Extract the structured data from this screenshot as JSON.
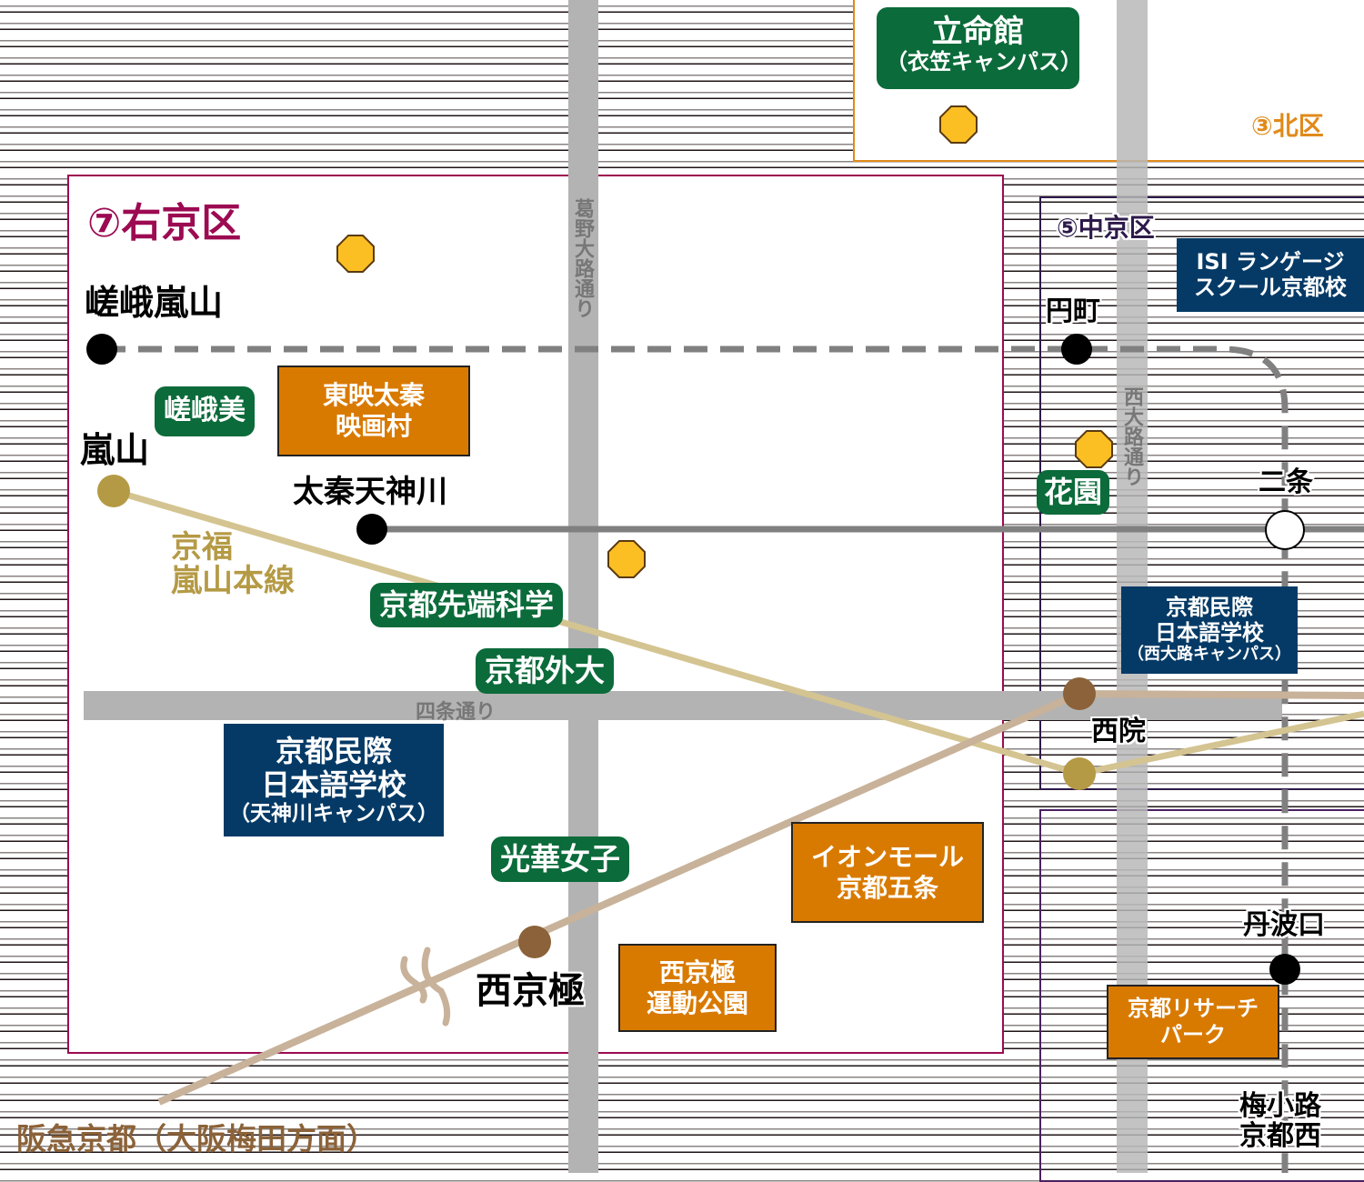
{
  "districts": {
    "ukyo": "⑦右京区",
    "kita": "③北区",
    "nakagyo": "⑤中京区"
  },
  "roads": {
    "kadono": "葛野大路通り",
    "nishioji": "西大路通り",
    "shijo": "四条通り"
  },
  "lines": {
    "randen": "京福\n嵐山本線",
    "hankyu": "阪急京都（大阪梅田方面）"
  },
  "stations": {
    "saga_arashiyama": "嵯峨嵐山",
    "arashiyama": "嵐山",
    "uzumasa_tenjingawa": "太秦天神川",
    "emmachi": "円町",
    "nijo": "二条",
    "saiin": "西院",
    "nishikyogoku": "西京極",
    "tambaguchi": "丹波口",
    "umekoji": "梅小路\n京都西"
  },
  "schools": {
    "ritsumeikan_1": "立命館",
    "ritsumeikan_2": "（衣笠キャンパス）",
    "sagabi": "嵯峨美",
    "sentan": "京都先端科学",
    "gaidai": "京都外大",
    "koka": "光華女子",
    "hanazono": "花園"
  },
  "language_schools": {
    "isi_1": "ISI ランゲージ",
    "isi_2": "スクール京都校",
    "tenjin_1": "京都民際",
    "tenjin_2": "日本語学校",
    "tenjin_3": "（天神川キャンパス）",
    "nishioji_1": "京都民際",
    "nishioji_2": "日本語学校",
    "nishioji_3": "（西大路キャンパス）"
  },
  "landmarks": {
    "toei_1": "東映太秦",
    "toei_2": "映画村",
    "aeon_1": "イオンモール",
    "aeon_2": "京都五条",
    "nishikyogoku_park_1": "西京極",
    "nishikyogoku_park_2": "運動公園",
    "research_park_1": "京都リサーチ",
    "research_park_2": "パーク"
  },
  "colors": {
    "ukyo_border": "#9c0a52",
    "kita_border": "#e08a1a",
    "nakagyo_border": "#2d1a4a",
    "randen": "#d4c491",
    "hankyu": "#c8b29a",
    "school": "#0b6b3a",
    "language_school": "#053a66",
    "landmark": "#d97a00",
    "marker": "#fbbf24"
  }
}
